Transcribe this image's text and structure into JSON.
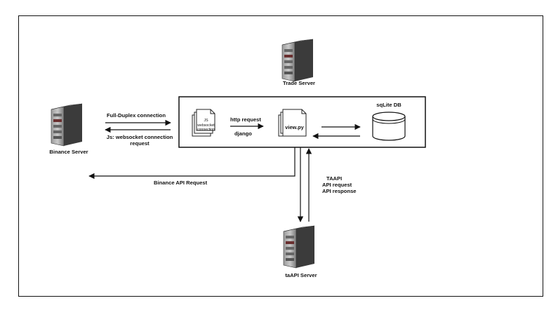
{
  "nodes": {
    "trade_server": "Trade Server",
    "binance_server": "Binance Server",
    "taapi_server": "taAPI Server",
    "sqlite_db": "sqLite DB",
    "js_doc": [
      "JS",
      "websocket",
      "connection"
    ],
    "view_py": "view.py"
  },
  "edges": {
    "full_duplex": "Full-Duplex connection",
    "js_ws_request": [
      "Js: websocket connection",
      "request"
    ],
    "http_request": "http request",
    "django": "django",
    "binance_api_request": "Binance API Request",
    "taapi": [
      "TAAPI",
      "API request",
      "API response"
    ]
  },
  "icons": {
    "server": "server-tower-icon",
    "database": "database-cylinder-icon",
    "document": "document-stack-icon"
  }
}
